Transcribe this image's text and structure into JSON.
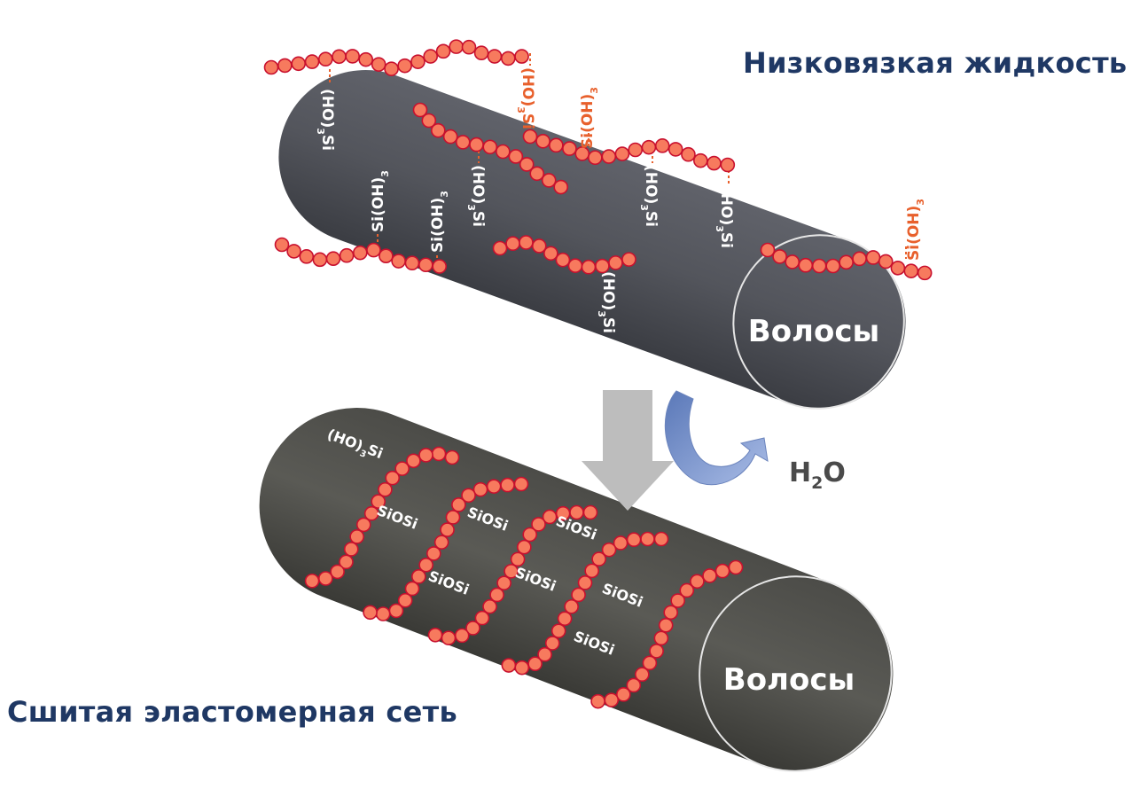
{
  "title_top": "Низковязкая жидкость",
  "title_bottom": "Сшитая эластомерная сеть",
  "hair_label_top": "Волосы",
  "hair_label_bottom": "Волосы",
  "byproduct": {
    "main": "H",
    "sub": "2",
    "tail": "O"
  },
  "silanol_label": {
    "main": "Si(OH)",
    "sub": "3"
  },
  "silanol_label_inverted": {
    "main": "(HO)",
    "sub": "3",
    "tail": "Si"
  },
  "crosslink_label": "SiOSi",
  "colors": {
    "heading": "#1f3864",
    "bead_fill": "#f77a5e",
    "bead_stroke": "#c8102e",
    "hair_top": "#505258",
    "hair_bottom": "#4a4a46",
    "orange_label": "#e8602c",
    "arrow_down": "#bdbdbd",
    "arrow_curve": "#7f9ad0"
  }
}
